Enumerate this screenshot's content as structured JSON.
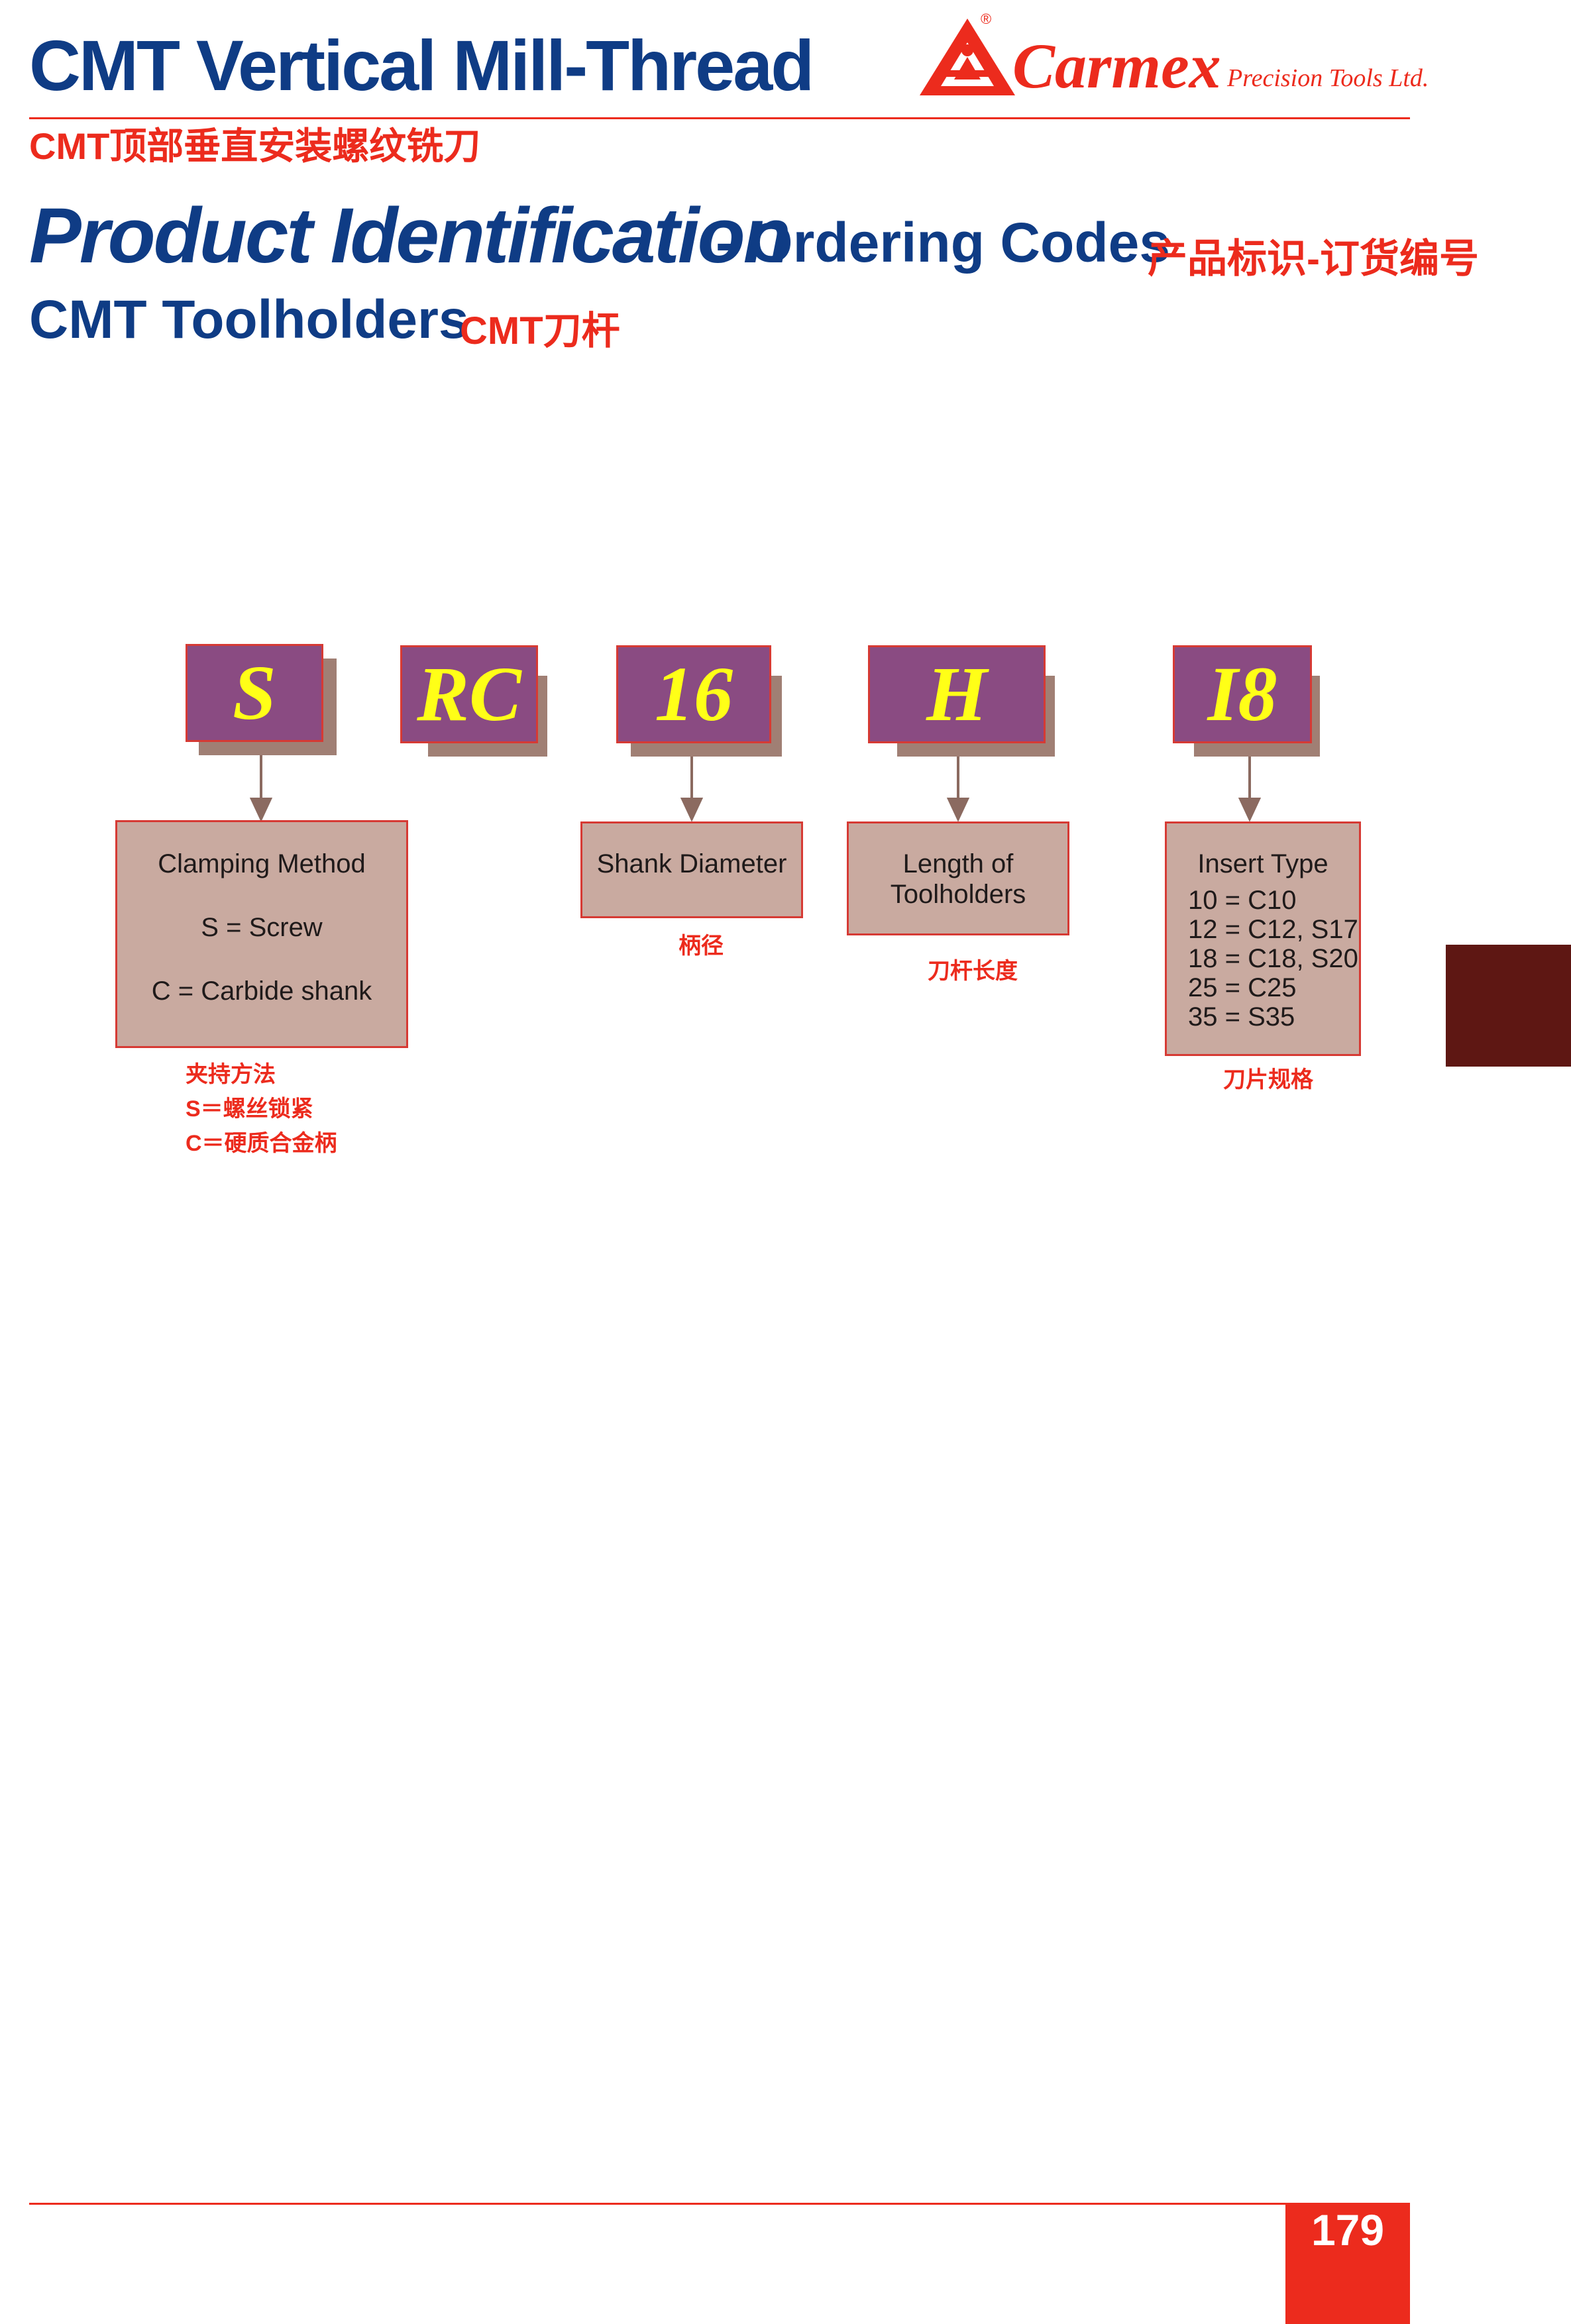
{
  "header": {
    "title": "CMT Vertical Mill-Thread",
    "subtitle_cn": "CMT顶部垂直安装螺纹铣刀"
  },
  "logo": {
    "name": "Carmex",
    "tagline": "Precision Tools Ltd.",
    "registered_mark": "®",
    "icon": "carmex-triangle-logo-icon"
  },
  "section": {
    "title": "Product Identification",
    "title_suffix": "- Ordering Codes",
    "title_cn": "产品标识-订货编号",
    "subtitle": "CMT Toolholders",
    "subtitle_cn": "CMT刀杆"
  },
  "codes": [
    "S",
    "RC",
    "16",
    "H",
    "I8"
  ],
  "descriptions": {
    "clamping": {
      "lines": [
        "Clamping Method",
        "S = Screw",
        "C = Carbide shank"
      ],
      "cn": [
        "夹持方法",
        "S＝螺丝锁紧",
        "C＝硬质合金柄"
      ]
    },
    "shank": {
      "lines": [
        "Shank Diameter"
      ],
      "cn": [
        "柄径"
      ]
    },
    "length": {
      "lines": [
        "Length of",
        "Toolholders"
      ],
      "cn": [
        "刀杆长度"
      ]
    },
    "insert": {
      "lines": [
        "Insert Type",
        "10 = C10",
        "12 = C12, S17",
        "18 = C18, S20",
        "25 = C25",
        "35 = S35"
      ],
      "cn": [
        "刀片规格"
      ]
    }
  },
  "colors": {
    "brand_red": "#ec2b1d",
    "title_blue": "#0f3c85",
    "code_purple": "#8a4b82",
    "code_text_yellow": "#ffff17",
    "desc_fill": "#c9aaa0",
    "side_tab": "#5e1713"
  },
  "footer": {
    "page_number": "179"
  }
}
